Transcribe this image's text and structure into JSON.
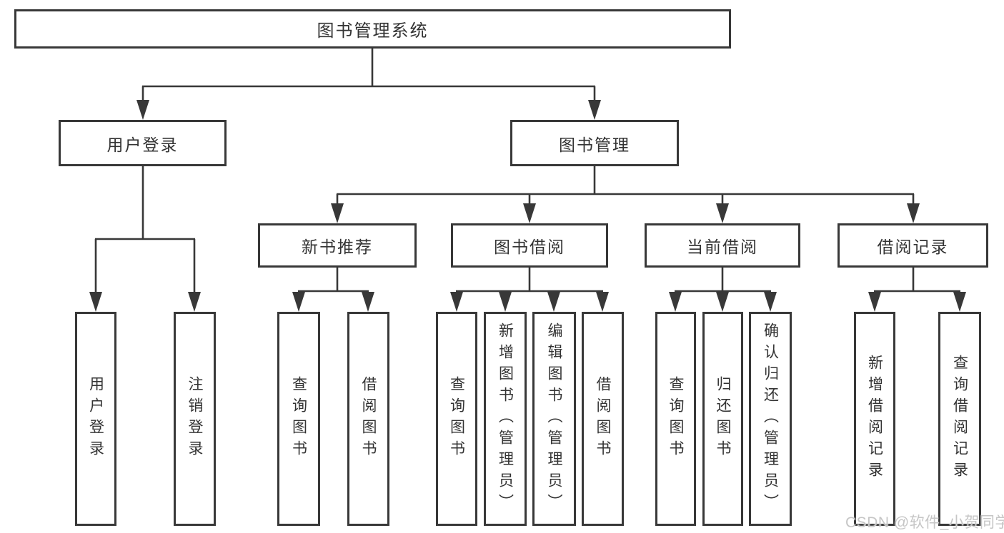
{
  "nodes": {
    "root": "图书管理系统",
    "user_login": "用户登录",
    "book_mgmt": "图书管理",
    "new_book_rec": "新书推荐",
    "book_borrow": "图书借阅",
    "current_borrow": "当前借阅",
    "borrow_record": "借阅记录",
    "ul_user_login": "用户登录",
    "ul_logout": "注销登录",
    "nbr_query": "查询图书",
    "nbr_borrow": "借阅图书",
    "bb_query": "查询图书",
    "bb_add": "新增图书（管理员）",
    "bb_edit": "编辑图书（管理员）",
    "bb_borrow": "借阅图书",
    "cb_query": "查询图书",
    "cb_return": "归还图书",
    "cb_confirm": "确认归还（管理员）",
    "br_add": "新增借阅记录",
    "br_query": "查询借阅记录"
  },
  "colors": {
    "line": "#383838",
    "text": "#333333",
    "watermark": "#c6c6c6"
  },
  "watermark": "CSDN @软件_小贺同学"
}
